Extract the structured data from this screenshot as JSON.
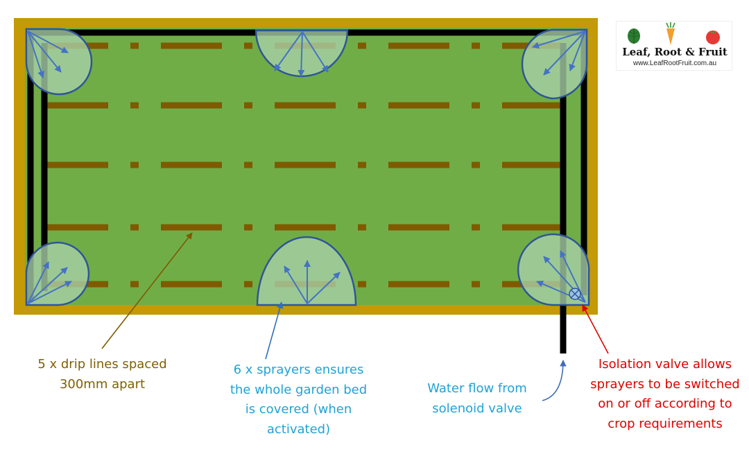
{
  "logo": {
    "title": "Leaf,  Root & Fruit",
    "url": "www.LeafRootFruit.com.au",
    "icons": [
      "leaf-icon",
      "carrot-icon",
      "tomato-icon"
    ]
  },
  "captions": {
    "drip_lines": "5 x drip lines spaced\n300mm apart",
    "sprayers": "6 x sprayers ensures\nthe whole garden bed\nis covered (when\nactivated)",
    "water_flow": "Water flow from\nsolenoid valve",
    "isolation_valve": "Isolation valve allows\nsprayers to be switched\non or off according to\ncrop requirements"
  },
  "colors": {
    "bed_border": "#c49a06",
    "bed_fill": "#70ad47",
    "drip_line": "#7f5a00",
    "pipe": "#000000",
    "spray_fill": "#a9d1a9",
    "spray_stroke": "#2f5597",
    "spray_arrow": "#4472c4",
    "drip_caption": "#7f6000",
    "sprayer_caption": "#1fa3d6",
    "water_caption": "#1fa3d6",
    "valve_caption": "#e00000",
    "valve_arrow": "#e00000"
  }
}
